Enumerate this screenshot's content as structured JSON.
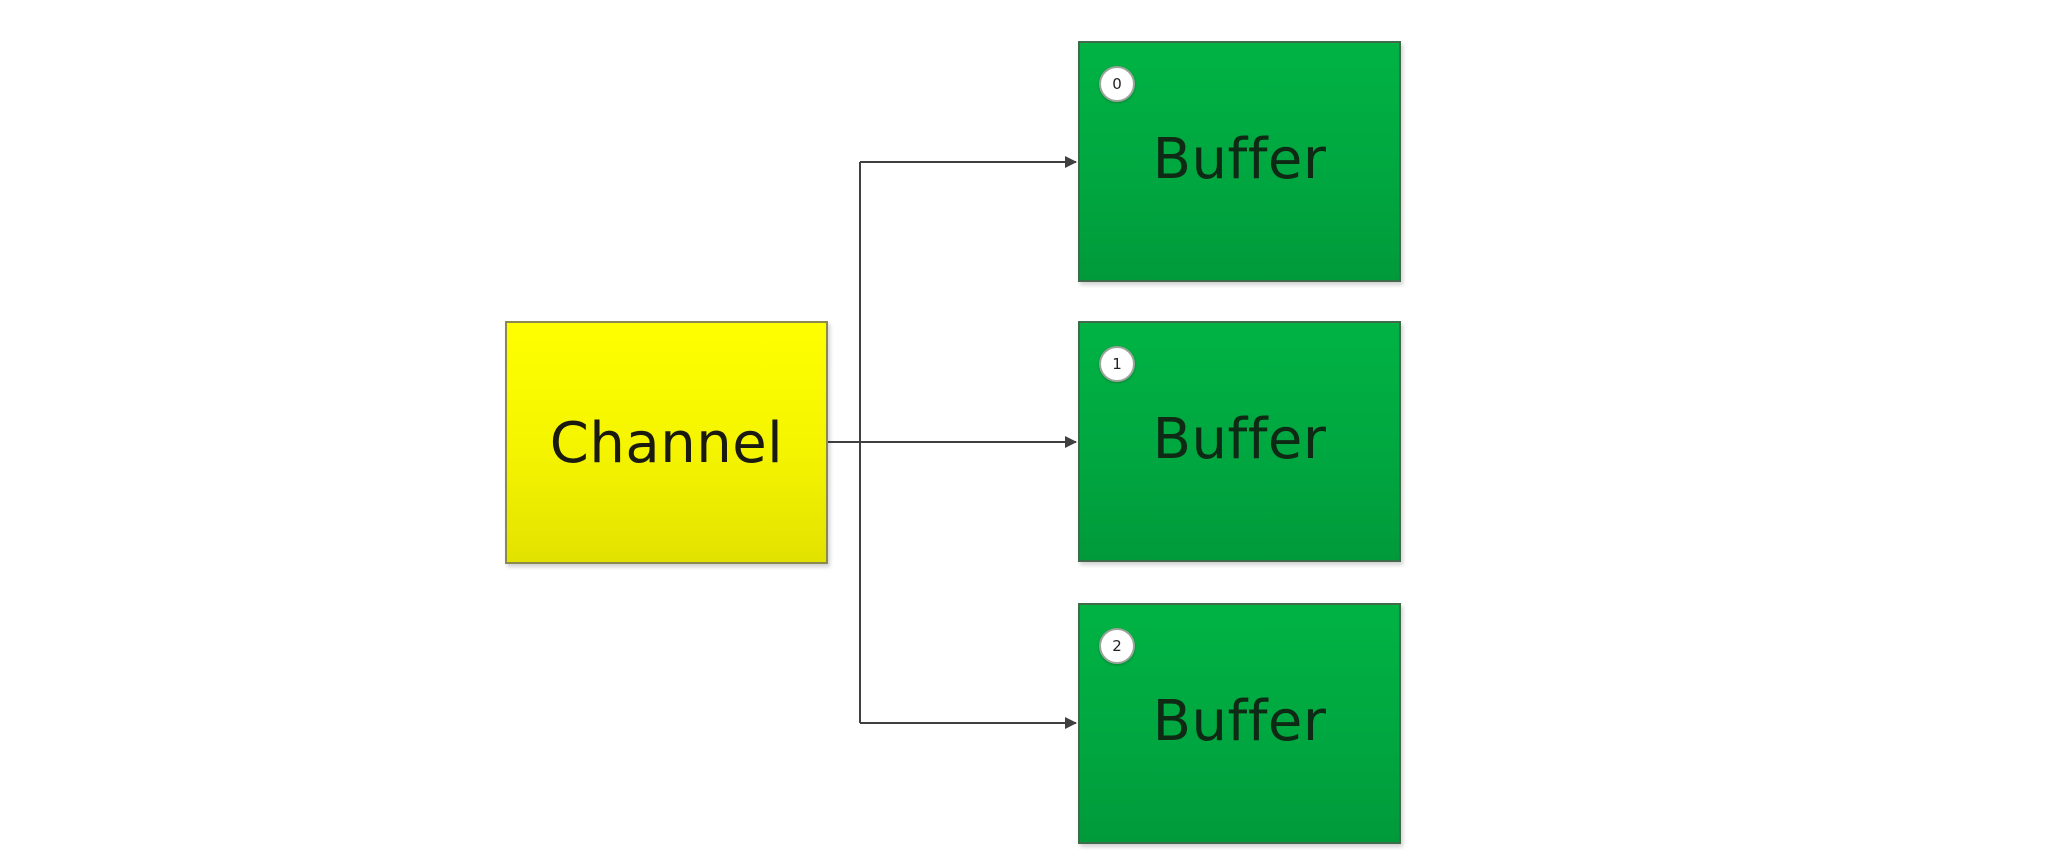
{
  "diagram": {
    "source": {
      "label": "Channel",
      "color": "#ffff00"
    },
    "targets": [
      {
        "index": "0",
        "label": "Buffer",
        "color": "#00b344"
      },
      {
        "index": "1",
        "label": "Buffer",
        "color": "#00b344"
      },
      {
        "index": "2",
        "label": "Buffer",
        "color": "#00b344"
      }
    ],
    "edges": [
      {
        "from": "Channel",
        "to": "Buffer 0"
      },
      {
        "from": "Channel",
        "to": "Buffer 1"
      },
      {
        "from": "Channel",
        "to": "Buffer 2"
      }
    ],
    "connector_color": "#404040"
  }
}
